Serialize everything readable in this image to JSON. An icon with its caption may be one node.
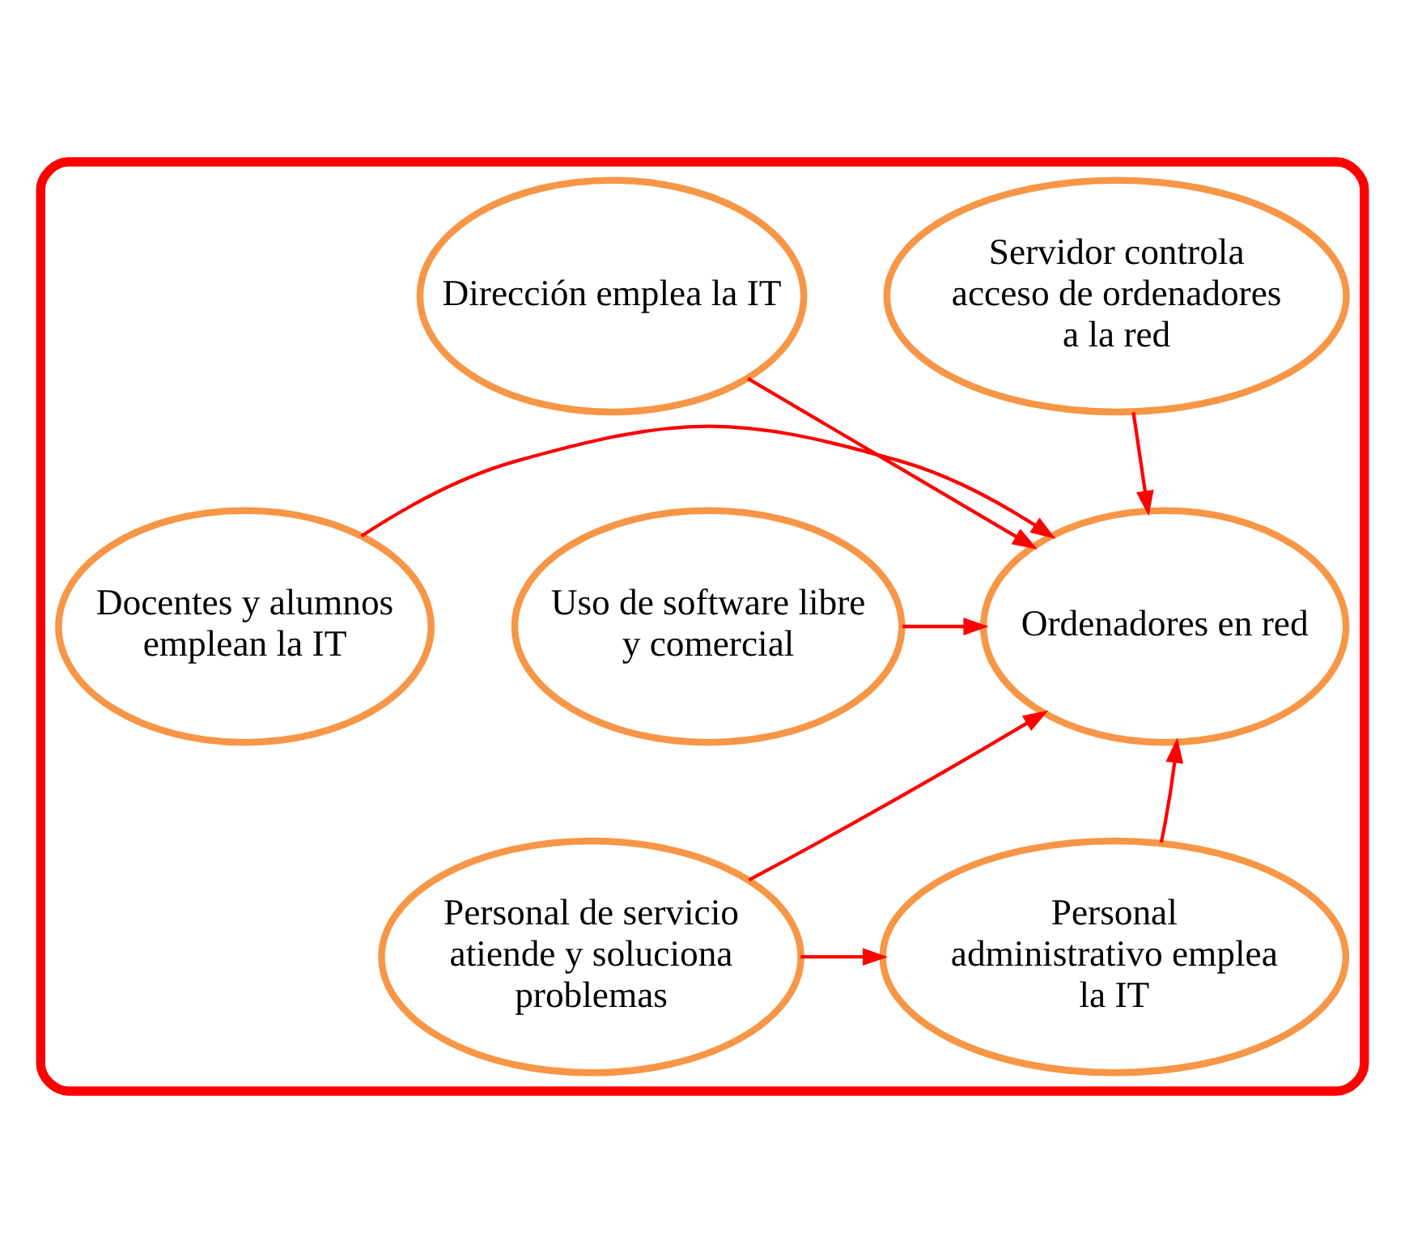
{
  "diagram": {
    "nodes": [
      {
        "text": [],
        "shape": "cloud"
      },
      {
        "text": [
          "Servidor controla acceso de ordenadores a la red"
        ],
        "in": 0
      },
      {
        "text": [
          "Dirección emplea la IT"
        ],
        "in": 0
      },
      {
        "text": [
          "Uso de software libre y comercial"
        ],
        "in": 0
      },
      {
        "text": [
          "Ordenadores en red"
        ],
        "in": 0
      },
      {
        "text": [
          "Docentes y alumnos emplean la IT"
        ],
        "in": 0
      },
      {
        "text": [
          "Personal de servicio atiende y soluciona problemas"
        ],
        "in": 0
      },
      {
        "text": [
          "Personal administrativo emplea la IT"
        ],
        "in": 0
      }
    ],
    "edges": [
      {
        "from": 1,
        "to": 4,
        "arrow": "to",
        "color": "#ff0000"
      },
      {
        "from": 2,
        "to": 4,
        "arrow": "to",
        "color": "#ff0000"
      },
      {
        "from": 3,
        "to": 4,
        "arrow": "to",
        "color": "#ff0000"
      },
      {
        "from": 5,
        "to": 4,
        "arrow": "to",
        "color": "#ff0000"
      },
      {
        "from": 6,
        "to": 4,
        "arrow": "to",
        "color": "#ff0000"
      },
      {
        "from": 6,
        "to": 7,
        "arrow": "to",
        "color": "#ff0000"
      },
      {
        "from": 7,
        "to": 4,
        "arrow": "to",
        "color": "#ff0000"
      }
    ]
  }
}
